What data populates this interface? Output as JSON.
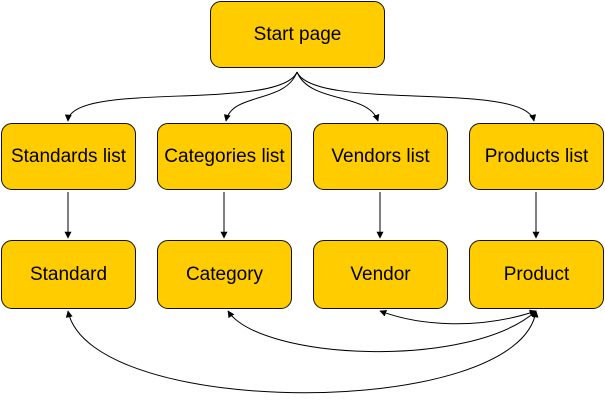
{
  "diagram": {
    "type": "flowchart",
    "node_color": "#ffcc00",
    "nodes": {
      "start_page": "Start page",
      "standards_list": "Standards list",
      "categories_list": "Categories list",
      "vendors_list": "Vendors list",
      "products_list": "Products list",
      "standard": "Standard",
      "category": "Category",
      "vendor": "Vendor",
      "product": "Product"
    },
    "edges": [
      {
        "from": "start_page",
        "to": "standards_list"
      },
      {
        "from": "start_page",
        "to": "categories_list"
      },
      {
        "from": "start_page",
        "to": "vendors_list"
      },
      {
        "from": "start_page",
        "to": "products_list"
      },
      {
        "from": "standards_list",
        "to": "standard"
      },
      {
        "from": "categories_list",
        "to": "category"
      },
      {
        "from": "vendors_list",
        "to": "vendor"
      },
      {
        "from": "products_list",
        "to": "product"
      },
      {
        "from": "product",
        "to": "vendor",
        "bidirectional": true
      },
      {
        "from": "product",
        "to": "category",
        "bidirectional": true
      },
      {
        "from": "product",
        "to": "standard",
        "bidirectional": true
      }
    ]
  }
}
